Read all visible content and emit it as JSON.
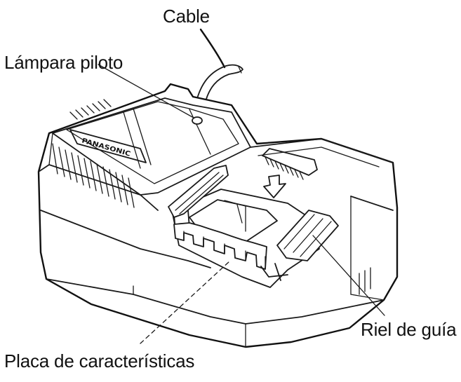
{
  "labels": {
    "cable": "Cable",
    "pilot_lamp": "Lámpara piloto",
    "guide_rail": "Riel de guía",
    "rating_plate": "Placa de características"
  },
  "product_badge": "PANASONIC",
  "colors": {
    "line": "#111111",
    "background": "#ffffff"
  }
}
